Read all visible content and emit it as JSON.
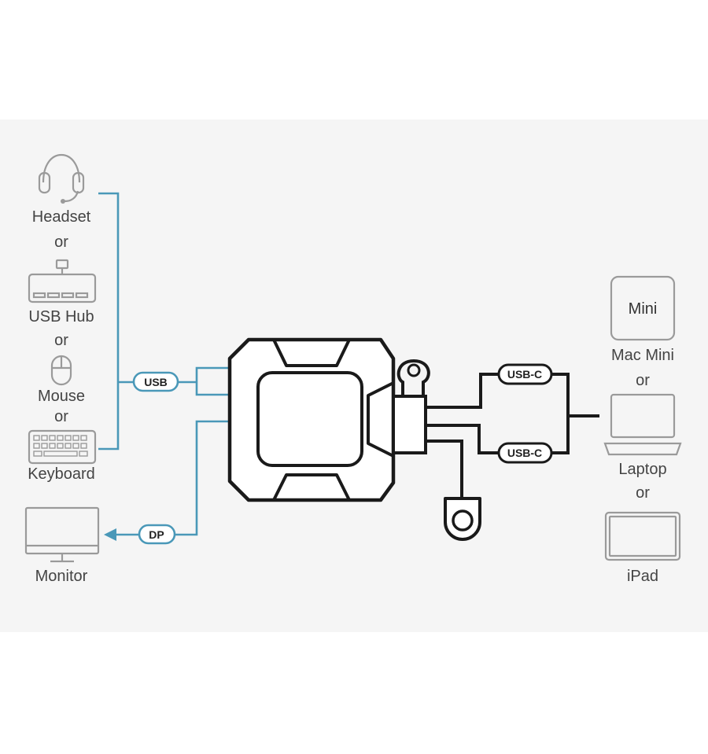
{
  "left_devices": {
    "headset": "Headset",
    "or_1": "or",
    "usb_hub": "USB Hub",
    "or_2": "or",
    "mouse": "Mouse",
    "or_3": "or",
    "keyboard": "Keyboard",
    "monitor": "Monitor"
  },
  "right_devices": {
    "mac_mini_badge": "Mini",
    "mac_mini": "Mac Mini",
    "or_1": "or",
    "laptop": "Laptop",
    "or_2": "or",
    "ipad": "iPad"
  },
  "connectors": {
    "usb": "USB",
    "dp": "DP",
    "usbc_top": "USB-C",
    "usbc_bottom": "USB-C"
  },
  "colors": {
    "accent_line": "#4a98b8",
    "device_outline": "#9a9a9a",
    "cable": "#1a1a1a",
    "panel_background": "#f5f5f5"
  }
}
